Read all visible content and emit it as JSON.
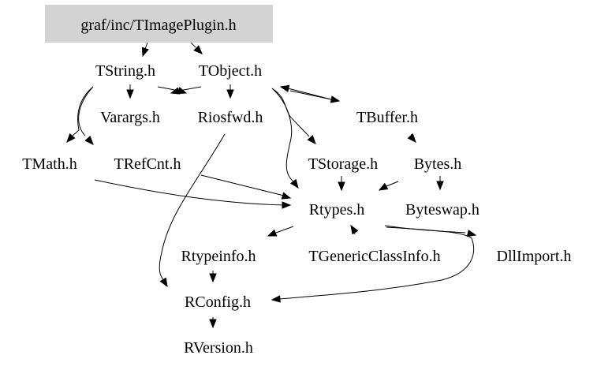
{
  "diagram": {
    "type": "include-dependency-graph",
    "root": "graf/inc/TImagePlugin.h",
    "colors": {
      "root_fill": "#d3d3d3",
      "edge": "#000000",
      "text": "#000000",
      "background": "#ffffff"
    },
    "nodes": [
      {
        "id": "root",
        "label": "graf/inc/TImagePlugin.h",
        "highlighted": true
      },
      {
        "id": "tstring",
        "label": "TString.h"
      },
      {
        "id": "tobject",
        "label": "TObject.h"
      },
      {
        "id": "varargs",
        "label": "Varargs.h"
      },
      {
        "id": "riosfwd",
        "label": "Riosfwd.h"
      },
      {
        "id": "tbuffer",
        "label": "TBuffer.h"
      },
      {
        "id": "tmath",
        "label": "TMath.h"
      },
      {
        "id": "trefcnt",
        "label": "TRefCnt.h"
      },
      {
        "id": "tstorage",
        "label": "TStorage.h"
      },
      {
        "id": "bytes",
        "label": "Bytes.h"
      },
      {
        "id": "rtypes",
        "label": "Rtypes.h"
      },
      {
        "id": "byteswap",
        "label": "Byteswap.h"
      },
      {
        "id": "rtypeinfo",
        "label": "Rtypeinfo.h"
      },
      {
        "id": "tgeneric",
        "label": "TGenericClassInfo.h"
      },
      {
        "id": "dllimport",
        "label": "DllImport.h"
      },
      {
        "id": "rconfig",
        "label": "RConfig.h"
      },
      {
        "id": "rversion",
        "label": "RVersion.h"
      }
    ],
    "edges": [
      {
        "from": "root",
        "to": "tstring"
      },
      {
        "from": "root",
        "to": "tobject"
      },
      {
        "from": "tstring",
        "to": "varargs"
      },
      {
        "from": "tstring",
        "to": "riosfwd"
      },
      {
        "from": "tstring",
        "to": "tmath"
      },
      {
        "from": "tstring",
        "to": "trefcnt"
      },
      {
        "from": "tstring",
        "to": "rtypes"
      },
      {
        "from": "tobject",
        "to": "riosfwd"
      },
      {
        "from": "tobject",
        "to": "varargs"
      },
      {
        "from": "tobject",
        "to": "tbuffer"
      },
      {
        "from": "tobject",
        "to": "tstorage"
      },
      {
        "from": "tobject",
        "to": "rtypes"
      },
      {
        "from": "tbuffer",
        "to": "tobject"
      },
      {
        "from": "tbuffer",
        "to": "bytes"
      },
      {
        "from": "bytes",
        "to": "rtypes"
      },
      {
        "from": "bytes",
        "to": "byteswap"
      },
      {
        "from": "tmath",
        "to": "rtypes"
      },
      {
        "from": "trefcnt",
        "to": "rtypes"
      },
      {
        "from": "tstorage",
        "to": "rtypes"
      },
      {
        "from": "riosfwd",
        "to": "rconfig"
      },
      {
        "from": "rtypes",
        "to": "rtypeinfo"
      },
      {
        "from": "rtypes",
        "to": "tgeneric"
      },
      {
        "from": "rtypes",
        "to": "dllimport"
      },
      {
        "from": "rtypes",
        "to": "rconfig"
      },
      {
        "from": "rtypeinfo",
        "to": "rconfig"
      },
      {
        "from": "rconfig",
        "to": "rversion"
      }
    ]
  }
}
